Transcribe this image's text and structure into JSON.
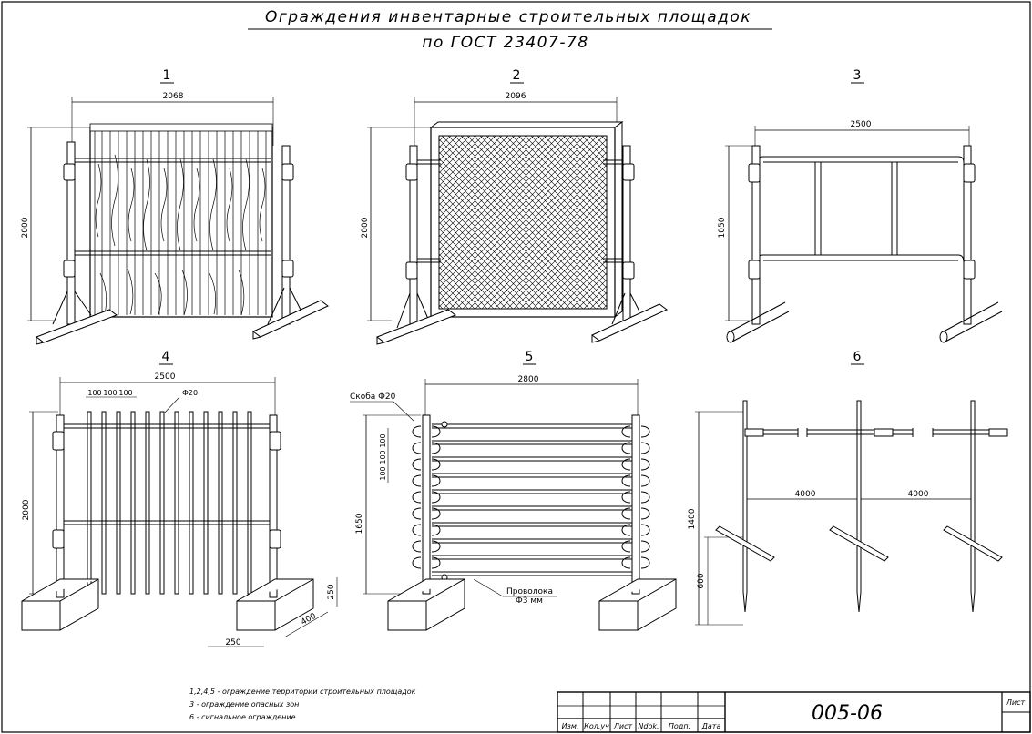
{
  "title": {
    "line1": "Ограждения инвентарные строительных площадок",
    "line2": "по ГОСТ 23407-78"
  },
  "figures": [
    {
      "number": "1",
      "width_dim": "2068",
      "height_dim": "2000"
    },
    {
      "number": "2",
      "width_dim": "2096",
      "height_dim": "2000"
    },
    {
      "number": "3",
      "width_dim": "2500",
      "height_dim": "1050"
    },
    {
      "number": "4",
      "width_dim": "2500",
      "height_dim": "2000",
      "spacing_dims": [
        "100",
        "100",
        "100"
      ],
      "bar_label": "Ф20",
      "block_height": "250",
      "block_depth": "400",
      "block_width": "250"
    },
    {
      "number": "5",
      "width_dim": "2800",
      "height_dim": "1650",
      "spacing_dims": [
        "100",
        "100",
        "100"
      ],
      "bracket_label": "Скоба Ф20",
      "wire_label_1": "Проволока",
      "wire_label_2": "Ф3 мм"
    },
    {
      "number": "6",
      "span_dims": [
        "4000",
        "4000"
      ],
      "post_height": "1400",
      "depth_dim": "600"
    }
  ],
  "notes": [
    "1,2,4,5 - ограждение территории строительных площадок",
    "3 - ограждение опасных зон",
    "6 - сигнальное ограждение"
  ],
  "title_block": {
    "drawing_number": "005-06",
    "sheet_label": "Лист",
    "columns": [
      "Изм.",
      "Кол.уч",
      "Лист",
      "Ndok.",
      "Подп.",
      "Дата"
    ]
  }
}
